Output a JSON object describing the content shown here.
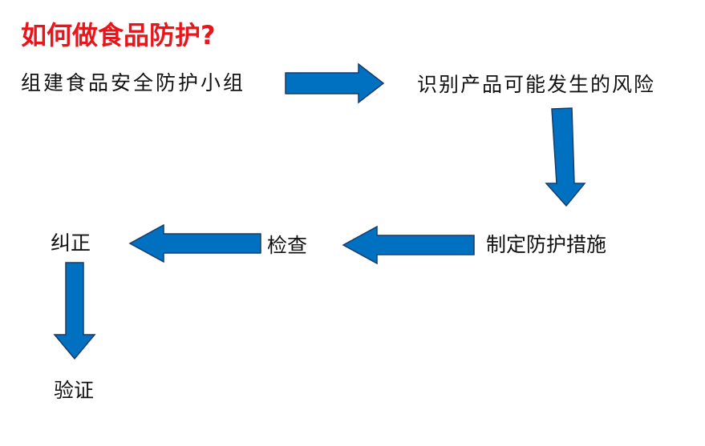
{
  "title": "如何做食品防护?",
  "colors": {
    "title": "#e8151b",
    "arrow_fill": "#0070c0",
    "arrow_stroke": "#163a6b"
  },
  "steps": [
    {
      "label": "组建食品安全防护小组"
    },
    {
      "label": "识别产品可能发生的风险"
    },
    {
      "label": "制定防护措施"
    },
    {
      "label": "检查"
    },
    {
      "label": "纠正"
    },
    {
      "label": "验证"
    }
  ],
  "arrows": [
    {
      "from": "组建食品安全防护小组",
      "to": "识别产品可能发生的风险",
      "direction": "right"
    },
    {
      "from": "识别产品可能发生的风险",
      "to": "制定防护措施",
      "direction": "down"
    },
    {
      "from": "制定防护措施",
      "to": "检查",
      "direction": "left"
    },
    {
      "from": "检查",
      "to": "纠正",
      "direction": "left"
    },
    {
      "from": "纠正",
      "to": "验证",
      "direction": "down"
    }
  ]
}
